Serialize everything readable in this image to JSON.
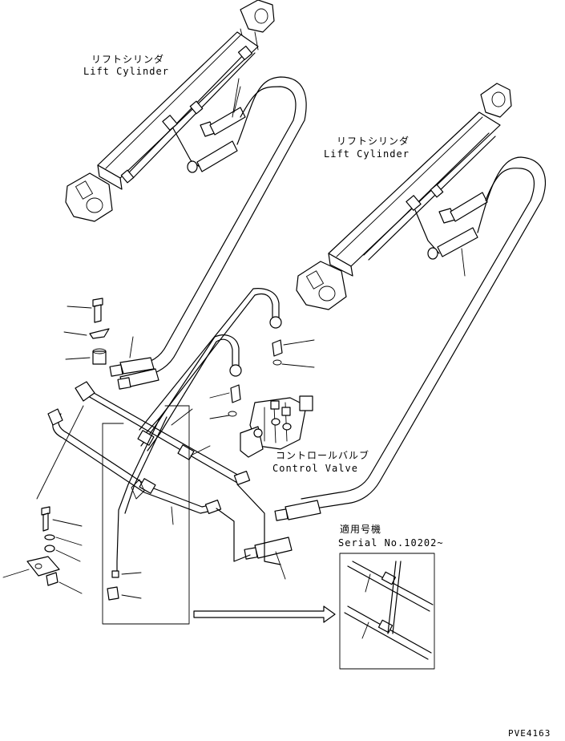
{
  "labels": {
    "lift_cylinder_left_jp": "リフトシリンダ",
    "lift_cylinder_left_en": "Lift Cylinder",
    "lift_cylinder_right_jp": "リフトシリンダ",
    "lift_cylinder_right_en": "Lift Cylinder",
    "control_valve_jp": "コントロールバルブ",
    "control_valve_en": "Control Valve",
    "serial_jp": "適用号機",
    "serial_en": "Serial No.10202~",
    "drawing_code": "PVE4163"
  }
}
